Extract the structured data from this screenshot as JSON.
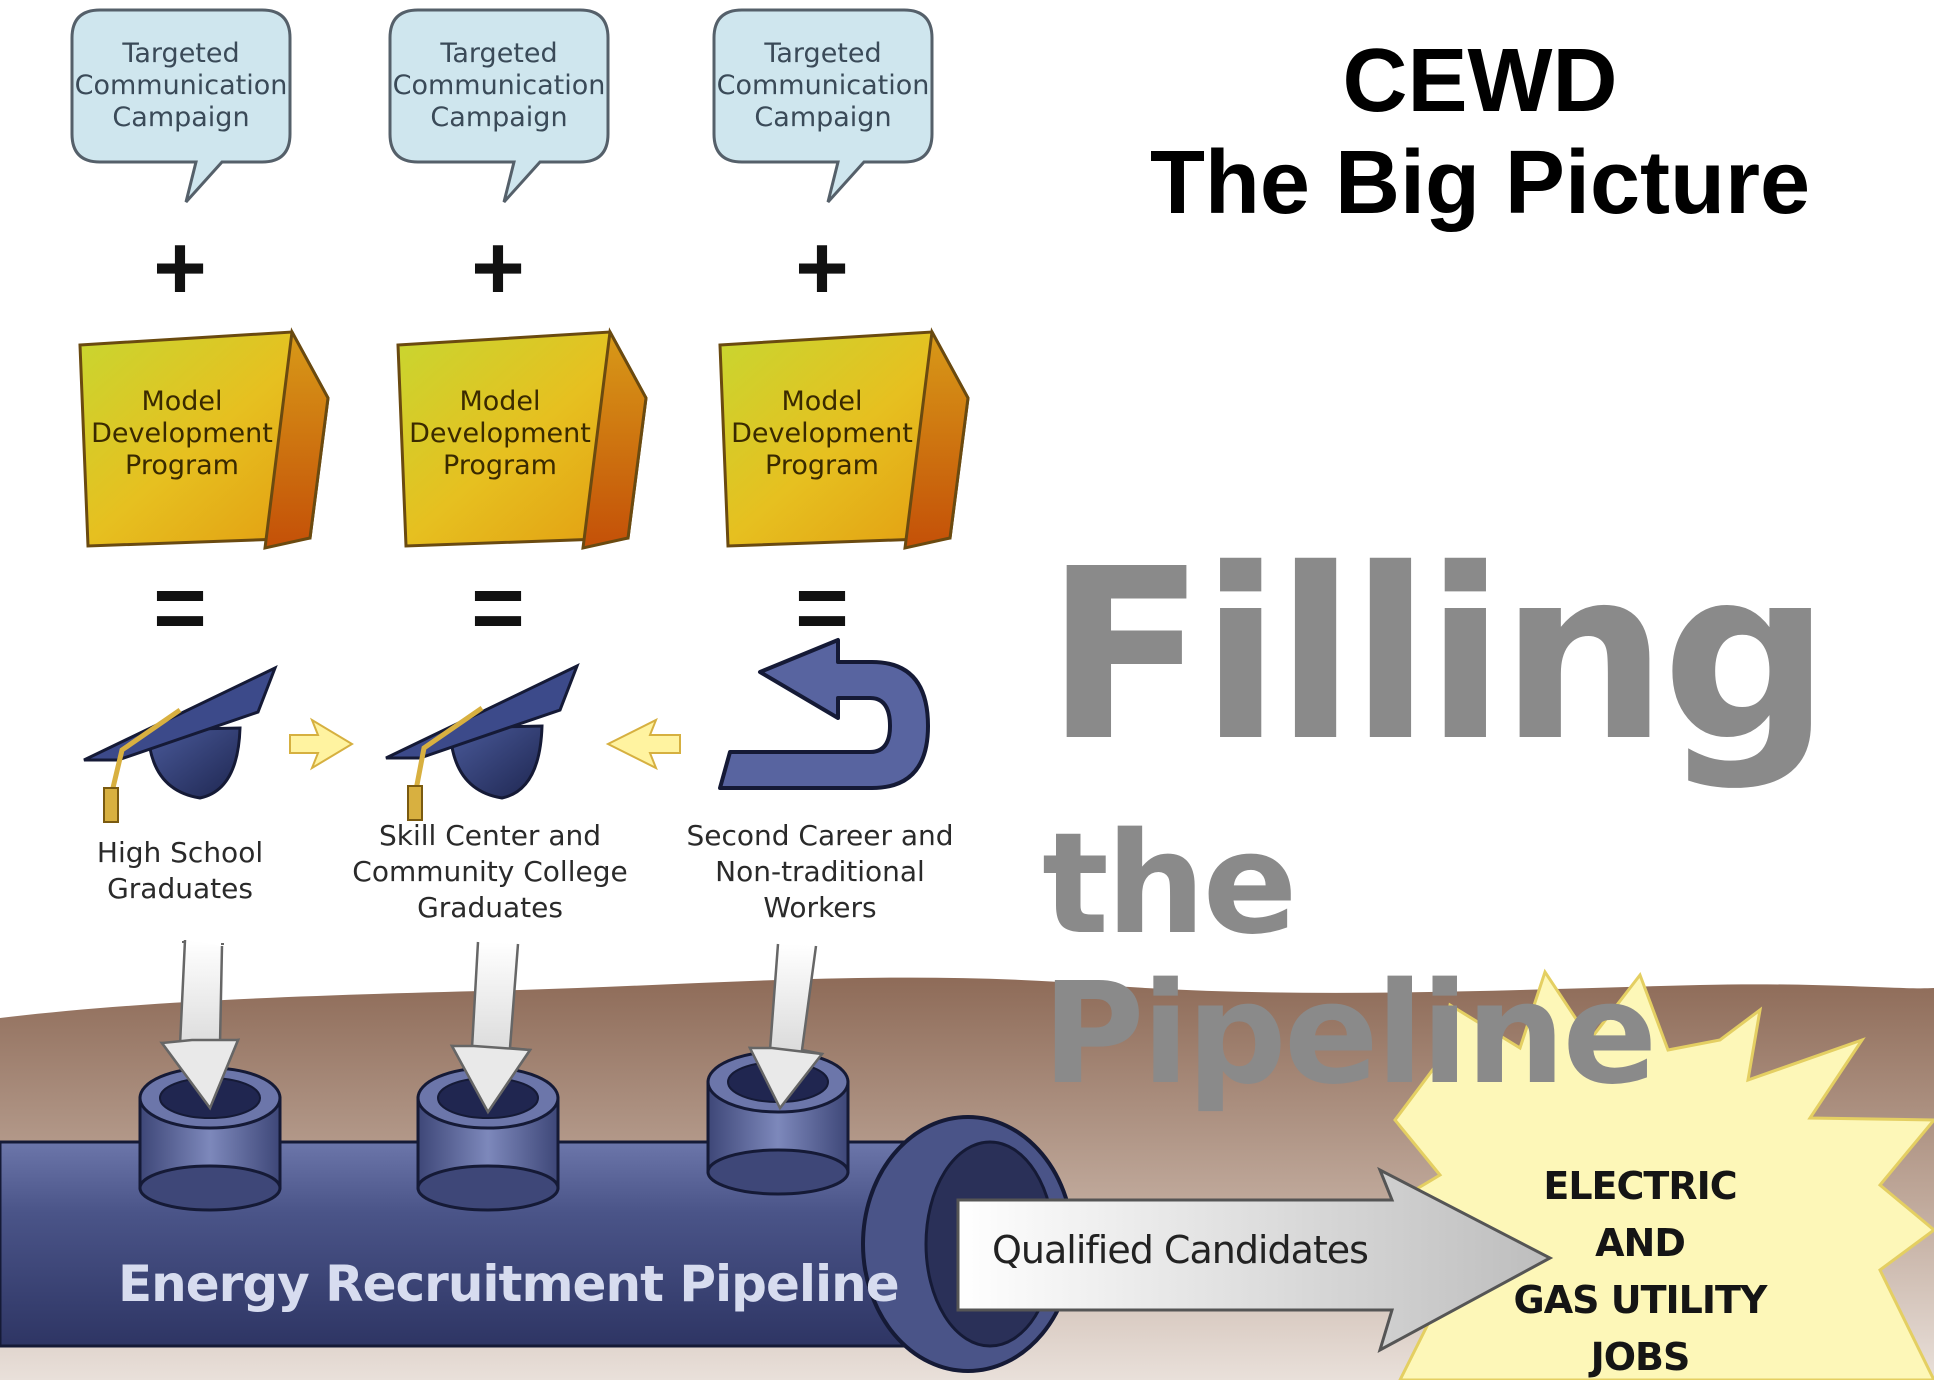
{
  "heading": {
    "line1": "CEWD",
    "line2": "The Big Picture"
  },
  "headline": {
    "line1": "Filling",
    "line2": "the Pipeline"
  },
  "columns": [
    {
      "bubble": [
        "Targeted",
        "Communication",
        "Campaign"
      ],
      "plus": "+",
      "box": [
        "Model",
        "Development",
        "Program"
      ],
      "equals": "=",
      "icon": "graduation-cap-icon",
      "label": [
        "High School",
        "Graduates"
      ]
    },
    {
      "bubble": [
        "Targeted",
        "Communication",
        "Campaign"
      ],
      "plus": "+",
      "box": [
        "Model",
        "Development",
        "Program"
      ],
      "equals": "=",
      "icon": "graduation-cap-icon",
      "label": [
        "Skill Center and",
        "Community College",
        "Graduates"
      ]
    },
    {
      "bubble": [
        "Targeted",
        "Communication",
        "Campaign"
      ],
      "plus": "+",
      "box": [
        "Model",
        "Development",
        "Program"
      ],
      "equals": "=",
      "icon": "u-turn-arrow-icon",
      "label": [
        "Second Career and",
        "Non-traditional",
        "Workers"
      ]
    }
  ],
  "pipeline": {
    "label": "Energy Recruitment Pipeline"
  },
  "output": {
    "label": "Qualified Candidates"
  },
  "jobs": [
    "ELECTRIC",
    "AND",
    "GAS UTILITY",
    "JOBS"
  ],
  "colors": {
    "bubble_fill": "#cfe6ee",
    "box_face": "#e2c020",
    "pipe": "#4a5488",
    "ground": "#8e6f5c",
    "starburst": "#fdf7b8",
    "headline": "#8a8a8a"
  }
}
